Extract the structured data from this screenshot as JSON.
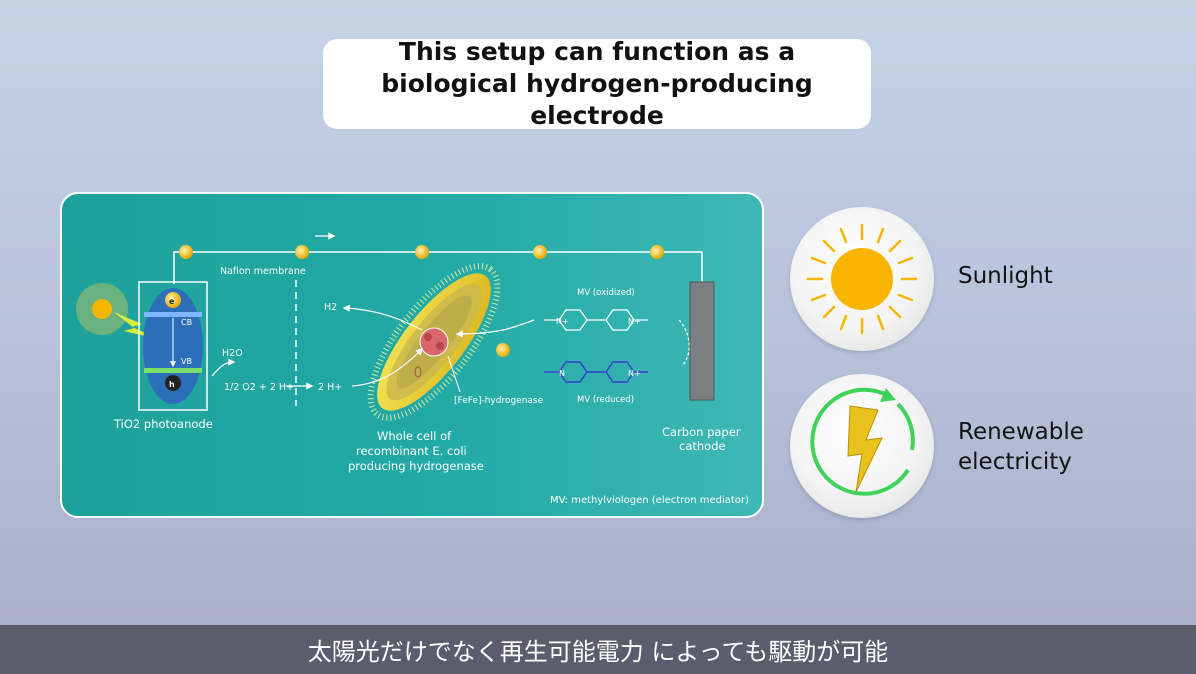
{
  "title": {
    "text": "This setup can function as a biological hydrogen-producing electrode"
  },
  "diagram": {
    "nafion_membrane": "Nafion membrane",
    "electron": "e",
    "electron_superscript": "-",
    "hole": "h",
    "hole_superscript": "+",
    "cb": "CB",
    "vb": "VB",
    "h2o": "H2O",
    "reaction_left": "1/2 O2 + 2 H+",
    "two_h": "2 H+",
    "h2": "H2",
    "anode_label": "TiO2 photoanode",
    "cell_label": [
      "Whole cell of",
      "recombinant E. coli",
      "producing hydrogenase"
    ],
    "hydrogenase": "[FeFe]-hydrogenase",
    "mv_oxidized": "MV (oxidized)",
    "mv_reduced": "MV (reduced)",
    "n_plus": "N+",
    "n": "N",
    "cathode_label": [
      "Carbon paper",
      "cathode"
    ],
    "footnote": "MV: methylviologen (electron mediator)"
  },
  "sidebar": {
    "sunlight": "Sunlight",
    "renewable": [
      "Renewable",
      "electricity"
    ]
  },
  "colors": {
    "panel": "#22aaa6",
    "sun": "#f7b500",
    "bolt": "#e8c21a",
    "arrow_green": "#3fd35b"
  },
  "subtitle": {
    "text": "太陽光だけでなく再生可能電力 によっても駆動が可能"
  }
}
